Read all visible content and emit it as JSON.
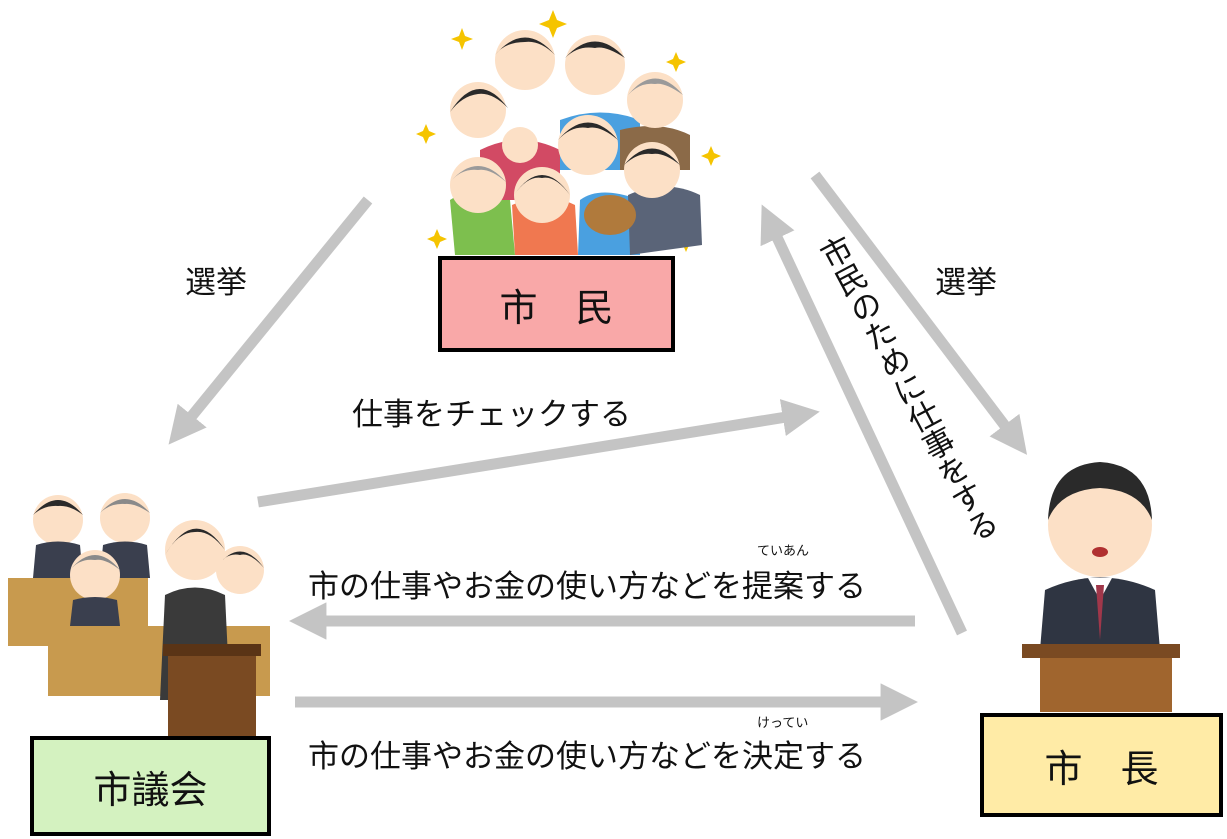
{
  "nodes": {
    "citizens": "市　民",
    "council": "市議会",
    "mayor": "市　長"
  },
  "edges": {
    "election_left": "選挙",
    "election_right": "選挙",
    "check_work": "仕事をチェックする",
    "work_for_citizens": "市民のために仕事をする",
    "propose": "市の仕事やお金の使い方などを提案する",
    "propose_ruby": "ていあん",
    "decide": "市の仕事やお金の使い方などを決定する",
    "decide_ruby": "けってい"
  },
  "colors": {
    "citizens_box": "#f9a8a8",
    "council_box": "#d4f2c0",
    "mayor_box": "#ffeba6",
    "arrow": "#c4c4c4",
    "border": "#000000"
  }
}
